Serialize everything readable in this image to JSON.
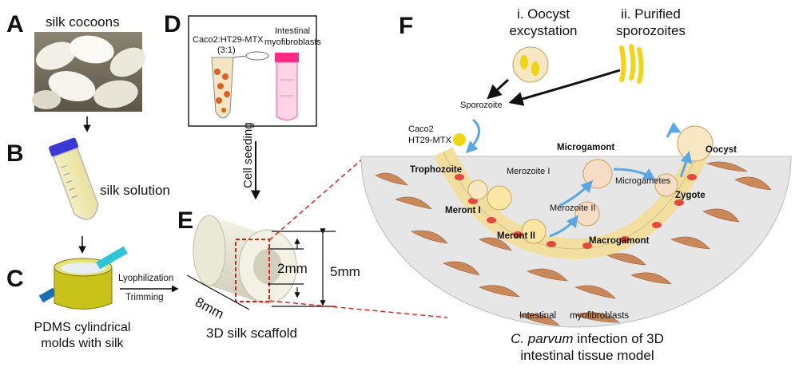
{
  "panels": {
    "a": "A",
    "b": "B",
    "c": "C",
    "d": "D",
    "e": "E",
    "f": "F"
  },
  "a": {
    "caption": "silk cocoons"
  },
  "b": {
    "caption": "silk solution"
  },
  "c": {
    "line1": "PDMS cylindrical",
    "line2": "molds with silk",
    "step1": "Lyophilization",
    "step2": "Trimming"
  },
  "d": {
    "cells_line1": "Caco2:HT29-MTX",
    "cells_line2": "(3:1)",
    "fibro_line1": "Intestinal",
    "fibro_line2": "myofibroblasts",
    "seeding": "Cell seeding"
  },
  "e": {
    "inner": "2mm",
    "height": "5mm",
    "length": "8mm",
    "caption": "3D silk scaffold"
  },
  "f": {
    "top1_line1": "i. Oocyst",
    "top1_line2": "excystation",
    "top2_line1": "ii. Purified",
    "top2_line2": "sporozoites",
    "sporozoite": "Sporozoite",
    "caco_line1": "Caco2",
    "caco_line2": "HT29-MTX",
    "trophozoite": "Trophozoite",
    "merozoite1": "Merozoite I",
    "microgamont": "Microgamont",
    "oocyst": "Oocyst",
    "microgametes": "Microgametes",
    "zygote": "Zygote",
    "meront1": "Meront I",
    "merozoite2": "Merozoite II",
    "meront2": "Meront II",
    "macrogamont": "Macrogamont",
    "intestinal": "Intestinal",
    "myofibroblasts": "myofibroblasts",
    "cap_italic": "C. parvum",
    "cap_rest": " infection of 3D",
    "cap_line2": "intestinal tissue model"
  },
  "colors": {
    "blue_arrow": "#5aa7e8",
    "cell_red": "#e8473b",
    "fibroblast": "#c9885a",
    "bowl": "#e6e6e6",
    "dash_red": "#e0201a"
  }
}
